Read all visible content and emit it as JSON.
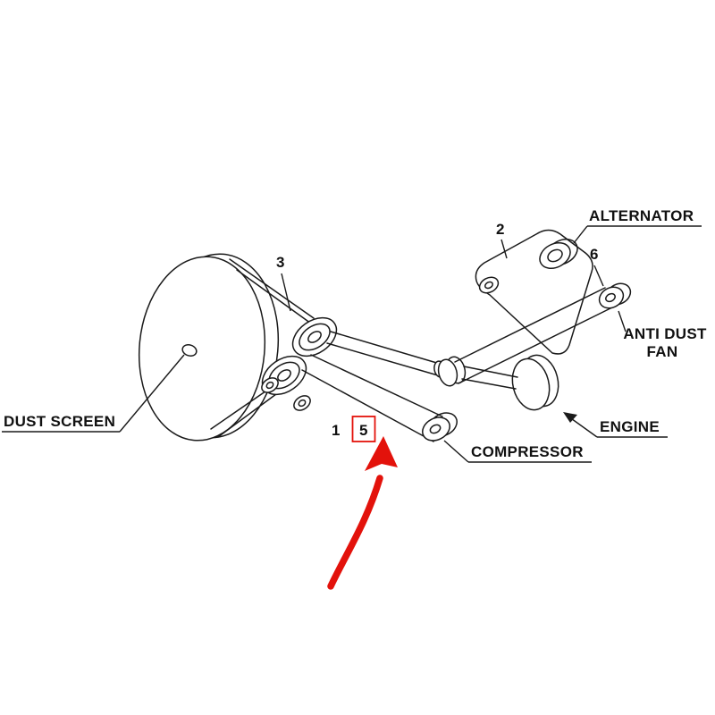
{
  "diagram": {
    "title": "engine-accessory-belt-parts-diagram",
    "labels": {
      "alternator": "ALTERNATOR",
      "anti_dust_line1": "ANTI DUST",
      "anti_dust_line2": "FAN",
      "engine": "ENGINE",
      "compressor": "COMPRESSOR",
      "dust_screen": "DUST SCREEN"
    },
    "callouts": {
      "c1": "1",
      "c2": "2",
      "c3": "3",
      "c5": "5",
      "c6": "6"
    },
    "highlight": {
      "part_number": "5",
      "box_color": "#e3120b",
      "arrow_color": "#e3120b"
    },
    "colors": {
      "line": "#1a1a1a",
      "background": "#ffffff",
      "accent_red": "#e3120b"
    }
  }
}
